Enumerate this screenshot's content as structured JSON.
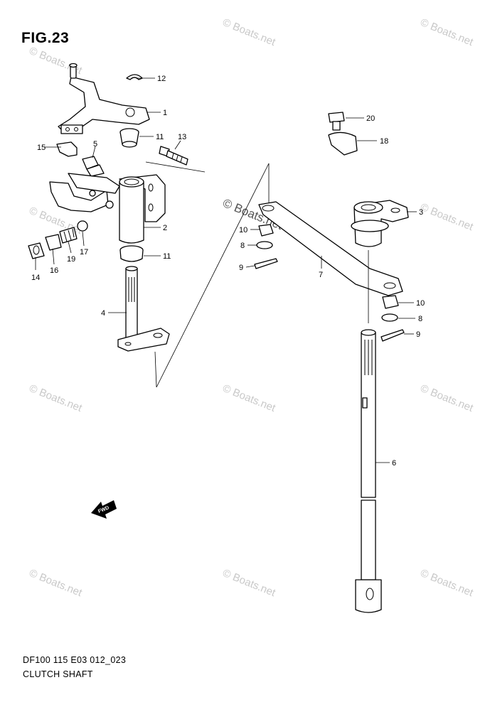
{
  "figure_title": "FIG.23",
  "diagram_code": "DF100 115 E03 012_023",
  "caption": "CLUTCH SHAFT",
  "fwd_label": "FWD",
  "watermark": "© Boats.net",
  "callouts": [
    {
      "id": "c12",
      "text": "12"
    },
    {
      "id": "c1",
      "text": "1"
    },
    {
      "id": "c11a",
      "text": "11"
    },
    {
      "id": "c13",
      "text": "13"
    },
    {
      "id": "c15",
      "text": "15"
    },
    {
      "id": "c5",
      "text": "5"
    },
    {
      "id": "c2",
      "text": "2"
    },
    {
      "id": "c11b",
      "text": "11"
    },
    {
      "id": "c14",
      "text": "14"
    },
    {
      "id": "c16",
      "text": "16"
    },
    {
      "id": "c19",
      "text": "19"
    },
    {
      "id": "c17",
      "text": "17"
    },
    {
      "id": "c4",
      "text": "4"
    },
    {
      "id": "c20",
      "text": "20"
    },
    {
      "id": "c18",
      "text": "18"
    },
    {
      "id": "c3",
      "text": "3"
    },
    {
      "id": "c10a",
      "text": "10"
    },
    {
      "id": "c8a",
      "text": "8"
    },
    {
      "id": "c9a",
      "text": "9"
    },
    {
      "id": "c7",
      "text": "7"
    },
    {
      "id": "c10b",
      "text": "10"
    },
    {
      "id": "c8b",
      "text": "8"
    },
    {
      "id": "c9b",
      "text": "9"
    },
    {
      "id": "c6",
      "text": "6"
    }
  ]
}
